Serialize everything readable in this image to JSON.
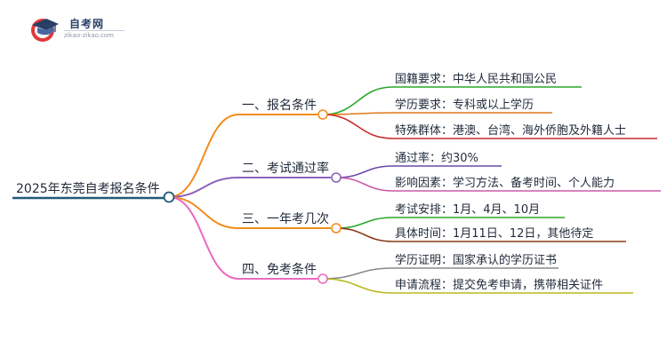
{
  "logo": {
    "title": "自考网",
    "subtitle": "zikao-zikao.com"
  },
  "root": {
    "label": "2025年东莞自考报名条件",
    "color": "#1f5a78"
  },
  "branches": [
    {
      "label": "一、报名条件",
      "color": "#f28c1c",
      "children": [
        {
          "label": "国籍要求：中华人民共和国公民",
          "color": "#2aa82a"
        },
        {
          "label": "学历要求：专科或以上学历",
          "color": "#e0781a"
        },
        {
          "label": "特殊群体：港澳、台湾、海外侨胞及外籍人士",
          "color": "#cc2b2b"
        }
      ]
    },
    {
      "label": "二、考试通过率",
      "color": "#8a62b8",
      "children": [
        {
          "label": "通过率：约30%",
          "color": "#6b4aa8"
        },
        {
          "label": "影响因素：学习方法、备考时间、个人能力",
          "color": "#cc5aa8"
        }
      ]
    },
    {
      "label": "三、一年考几次",
      "color": "#f28c1c",
      "children": [
        {
          "label": "考试安排：1月、4月、10月",
          "color": "#2aa82a"
        },
        {
          "label": "具体时间：1月11日、12日，其他待定",
          "color": "#8a3a1a"
        }
      ]
    },
    {
      "label": "四、免考条件",
      "color": "#e86ac0",
      "children": [
        {
          "label": "学历证明：国家承认的学历证书",
          "color": "#888888"
        },
        {
          "label": "申请流程：提交免考申请，携带相关证件",
          "color": "#b8b81a"
        }
      ]
    }
  ]
}
